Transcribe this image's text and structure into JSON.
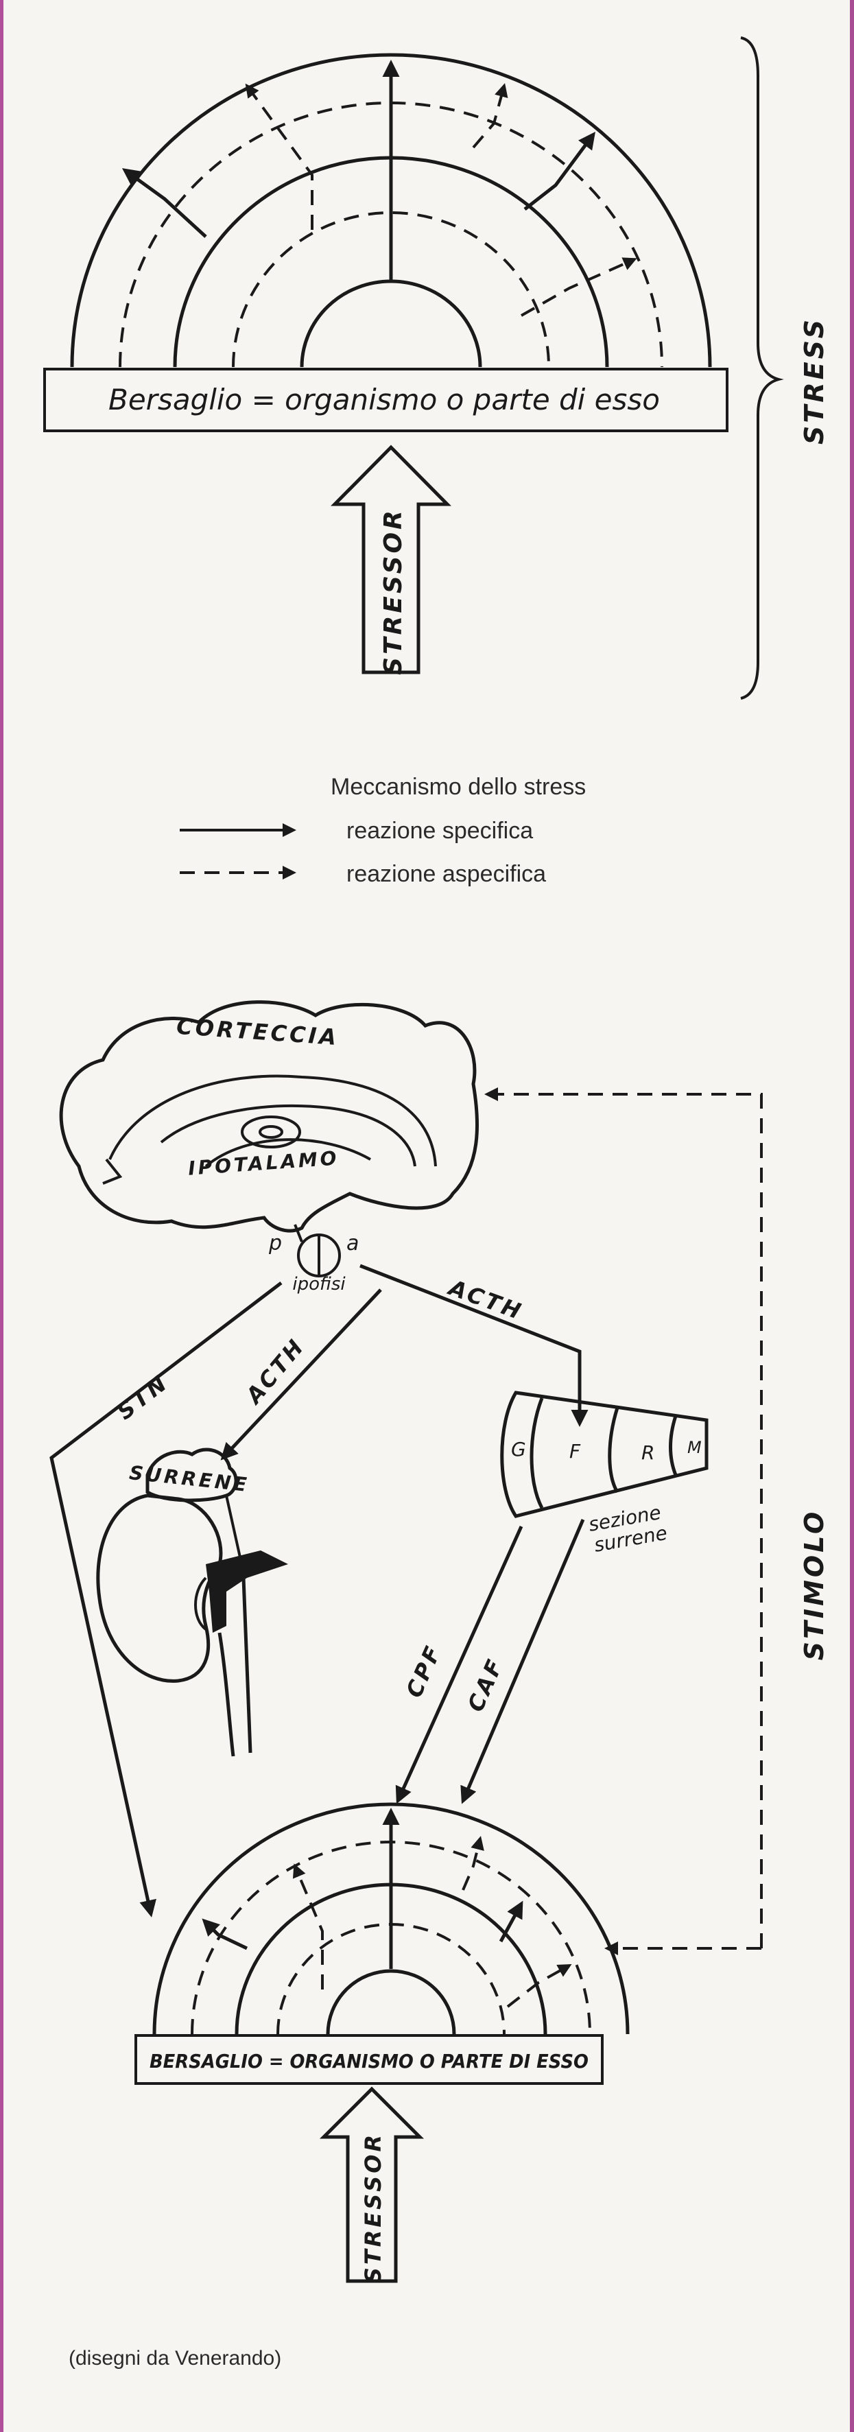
{
  "top_diagram": {
    "target_label": "Bersaglio = organismo o parte di esso",
    "stressor_label": "STRESSOR",
    "brace_label": "STRESS"
  },
  "legend": {
    "title": "Meccanismo dello stress",
    "specific": "reazione specifica",
    "aspecific": "reazione aspecifica"
  },
  "bottom_diagram": {
    "cortex": "CORTECCIA",
    "hypothalamus": "IPOTALAMO",
    "pituitary_p": "p",
    "pituitary_a": "a",
    "pituitary": "ipofisi",
    "acth_top": "ACTH",
    "stn": "STN",
    "acth_left": "ACTH",
    "adrenal": "SURRENE",
    "section_g": "G",
    "section_f": "F",
    "section_r": "R",
    "section_m": "M",
    "section_label_1": "sezione",
    "section_label_2": "surrene",
    "cpf": "CPF",
    "caf": "CAF",
    "stimulus": "STIMOLO",
    "target_label": "BERSAGLIO = ORGANISMO O PARTE DI ESSO",
    "stressor_label": "STRESSOR"
  },
  "credit": "(disegni da Venerando)"
}
